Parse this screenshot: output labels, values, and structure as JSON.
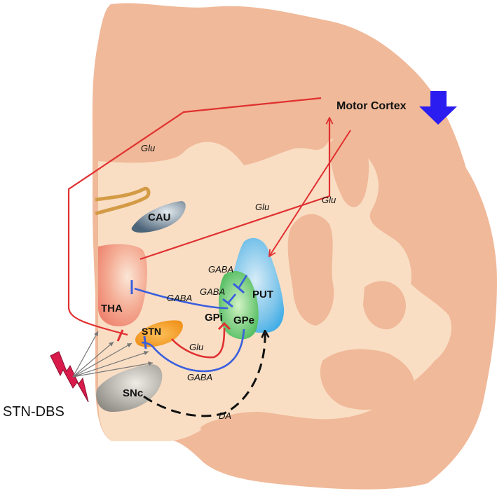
{
  "labels": {
    "motor_cortex": "Motor Cortex",
    "cau": "CAU",
    "tha": "THA",
    "put": "PUT",
    "gpi": "GPi",
    "gpe": "GPe",
    "stn": "STN",
    "snc": "SNc",
    "stn_dbs": "STN-DBS"
  },
  "pathways": {
    "glu_cortex_to_stn": "Glu",
    "glu_tha_to_cortex": "Glu",
    "glu_cortex_to_put": "Glu",
    "gaba_put_to_gpe": "GABA",
    "gaba_put_to_gpi": "GABA",
    "gaba_gpi_to_tha": "GABA",
    "glu_stn_to_gpi": "Glu",
    "gaba_gpe_to_stn": "GABA",
    "da_snc_to_put": "DA"
  },
  "colors": {
    "brain_outer": "#f0b999",
    "brain_inner": "#f9dec4",
    "glu_pathway": "#e03030",
    "gaba_pathway": "#3a5fdd",
    "da_pathway": "#111111",
    "decrease_arrow": "#2b1cf0",
    "dbs_bolt": "#d81b4a"
  },
  "indicators": {
    "motor_cortex_activity": "down-arrow-icon"
  }
}
